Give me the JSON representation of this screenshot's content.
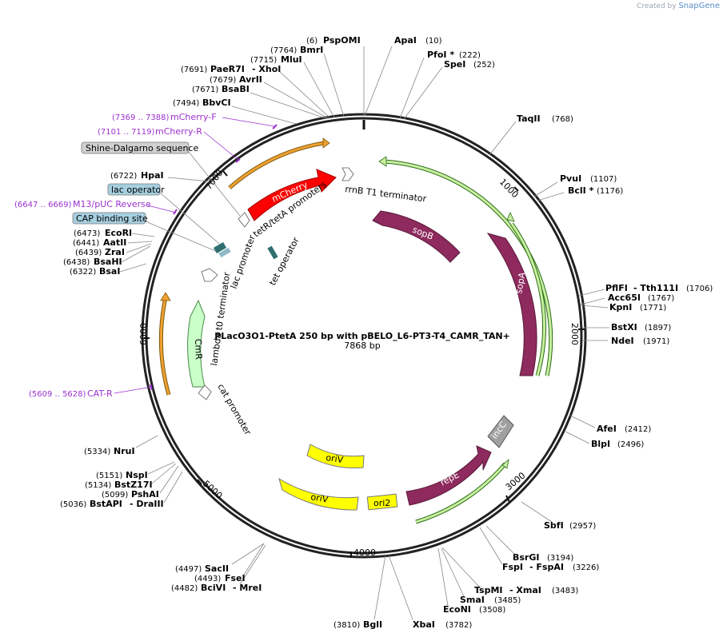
{
  "credit": {
    "prefix": "Created by",
    "brand": "SnapGene"
  },
  "map": {
    "name": "PLacO3O1-PtetA 250 bp with pBELO_L6-PT3-T4_CAMR_TAN+",
    "length_label": "7868 bp",
    "length": 7868
  },
  "ticks": [
    "1000",
    "2000",
    "3000",
    "4000",
    "5000",
    "6000",
    "7000"
  ],
  "sites": [
    {
      "id": "pspomi",
      "name": "PspOMI",
      "pos": "(6)"
    },
    {
      "id": "apai",
      "name": "ApaI",
      "pos": "(10)"
    },
    {
      "id": "bmri",
      "name": "BmrI",
      "pos": "(7764)"
    },
    {
      "id": "pfoi",
      "name": "PfoI *",
      "pos": "(222)"
    },
    {
      "id": "spei",
      "name": "SpeI",
      "pos": "(252)"
    },
    {
      "id": "mlui",
      "name": "MluI",
      "pos": "(7715)"
    },
    {
      "id": "paer7i",
      "name": "PaeR7I",
      "pos": "(7691)"
    },
    {
      "id": "xhoi",
      "name": "- XhoI",
      "pos": ""
    },
    {
      "id": "avrii",
      "name": "AvrII",
      "pos": "(7679)"
    },
    {
      "id": "bsabi",
      "name": "BsaBI",
      "pos": "(7671)"
    },
    {
      "id": "bbvci",
      "name": "BbvCI",
      "pos": "(7494)"
    },
    {
      "id": "taqii",
      "name": "TaqII",
      "pos": "(768)"
    },
    {
      "id": "hpai",
      "name": "HpaI",
      "pos": "(6722)"
    },
    {
      "id": "pvui",
      "name": "PvuI",
      "pos": "(1107)"
    },
    {
      "id": "bcli",
      "name": "BclI *",
      "pos": "(1176)"
    },
    {
      "id": "ecori",
      "name": "EcoRI",
      "pos": "(6473)"
    },
    {
      "id": "aatii",
      "name": "AatII",
      "pos": "(6441)"
    },
    {
      "id": "zrai",
      "name": "ZraI",
      "pos": "(6439)"
    },
    {
      "id": "bsahi",
      "name": "BsaHI",
      "pos": "(6438)"
    },
    {
      "id": "bsai",
      "name": "BsaI",
      "pos": "(6322)"
    },
    {
      "id": "pflfi",
      "name": "PflFI",
      "pos": ""
    },
    {
      "id": "tth111i",
      "name": "- Tth111I",
      "pos": "(1706)"
    },
    {
      "id": "acc65i",
      "name": "Acc65I",
      "pos": "(1767)"
    },
    {
      "id": "kpni",
      "name": "KpnI",
      "pos": "(1771)"
    },
    {
      "id": "bstxi",
      "name": "BstXI",
      "pos": "(1897)"
    },
    {
      "id": "ndei",
      "name": "NdeI",
      "pos": "(1971)"
    },
    {
      "id": "afei",
      "name": "AfeI",
      "pos": "(2412)"
    },
    {
      "id": "blpi",
      "name": "BlpI",
      "pos": "(2496)"
    },
    {
      "id": "nrui",
      "name": "NruI",
      "pos": "(5334)"
    },
    {
      "id": "nspi",
      "name": "NspI",
      "pos": "(5151)"
    },
    {
      "id": "bstz17i",
      "name": "BstZ17I",
      "pos": "(5134)"
    },
    {
      "id": "pshai",
      "name": "PshAI",
      "pos": "(5099)"
    },
    {
      "id": "bstapi",
      "name": "BstAPI",
      "pos": "(5036)"
    },
    {
      "id": "draiii",
      "name": "- DraIII",
      "pos": ""
    },
    {
      "id": "sbfi",
      "name": "SbfI",
      "pos": "(2957)"
    },
    {
      "id": "bsrgi",
      "name": "BsrGI",
      "pos": "(3194)"
    },
    {
      "id": "fspi",
      "name": "FspI",
      "pos": ""
    },
    {
      "id": "fspai",
      "name": "- FspAI",
      "pos": "(3226)"
    },
    {
      "id": "sacii",
      "name": "SacII",
      "pos": "(4497)"
    },
    {
      "id": "fsei",
      "name": "FseI",
      "pos": "(4493)"
    },
    {
      "id": "bcivi",
      "name": "BciVI",
      "pos": "(4482)"
    },
    {
      "id": "mrei",
      "name": "- MreI",
      "pos": ""
    },
    {
      "id": "tspmi",
      "name": "TspMI",
      "pos": ""
    },
    {
      "id": "xmai",
      "name": "- XmaI",
      "pos": "(3483)"
    },
    {
      "id": "smai",
      "name": "SmaI",
      "pos": "(3485)"
    },
    {
      "id": "econi",
      "name": "EcoNI",
      "pos": "(3508)"
    },
    {
      "id": "bgli",
      "name": "BglI",
      "pos": "(3810)"
    },
    {
      "id": "xbai",
      "name": "XbaI",
      "pos": "(3782)"
    }
  ],
  "primers": [
    {
      "id": "mcherry-f",
      "name": "mCherry-F",
      "range": "(7369 .. 7388)"
    },
    {
      "id": "mcherry-r",
      "name": "mCherry-R",
      "range": "(7101 .. 7119)"
    },
    {
      "id": "m13-puc-reverse",
      "name": "M13/pUC Reverse",
      "range": "(6647 .. 6669)"
    },
    {
      "id": "cat-r",
      "name": "CAT-R",
      "range": "(5609 .. 5628)"
    }
  ],
  "boxed_labels": [
    {
      "id": "shine-dalgarno",
      "text": "Shine-Dalgarno sequence"
    },
    {
      "id": "lac-operator",
      "text": "lac operator"
    },
    {
      "id": "cap-binding-site",
      "text": "CAP binding site"
    }
  ],
  "features": {
    "mcherry": "mCherry",
    "sopb": "sopB",
    "sopa": "sopA",
    "cmr": "CmR",
    "incc": "incC",
    "repe": "repE",
    "ori2": "ori2",
    "oriv_a": "oriV",
    "oriv_b": "oriV",
    "rrnb_t1": "rrnB T1 terminator",
    "tetr_tetA_promoters": "tetR/tetA promoters",
    "lac_promoter": "lac promoter",
    "tet_operator": "tet operator",
    "lambda_t0": "lambda t0 terminator",
    "cat_promoter": "cat promoter"
  },
  "colors": {
    "mcherry": "#ff0000",
    "sop": "#8e2a5e",
    "cmr": "#c9ffc9",
    "incc": "#a0a0a0",
    "origin": "#ffff00",
    "primer": "#9b30d0",
    "box_gray": "#d0d0d0",
    "box_blue": "#a6cfe0",
    "orf_orange": "#f0a030",
    "orf_green": "#5aa02c",
    "orf_green_light": "#c8f0a0"
  }
}
